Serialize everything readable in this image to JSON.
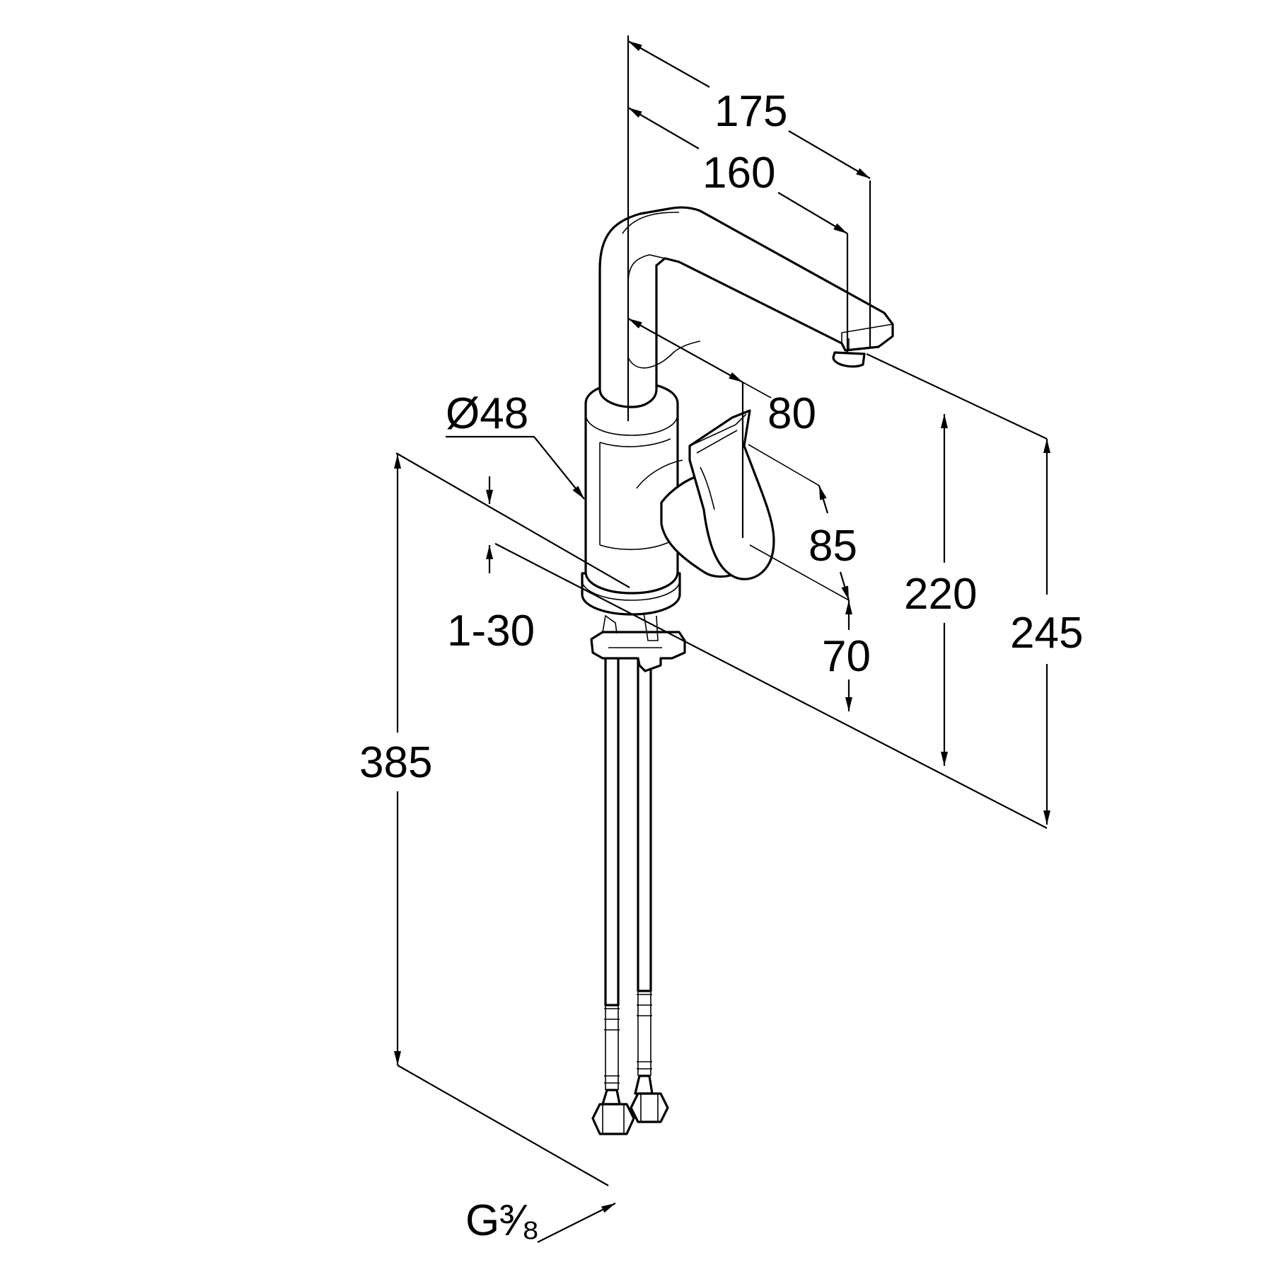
{
  "dimensions": {
    "d175": "175",
    "d160": "160",
    "d80": "80",
    "d48": "Ø48",
    "d85": "85",
    "d220": "220",
    "d245": "245",
    "d1_30": "1-30",
    "d70": "70",
    "d385": "385",
    "thread": "G³⁄₈"
  }
}
